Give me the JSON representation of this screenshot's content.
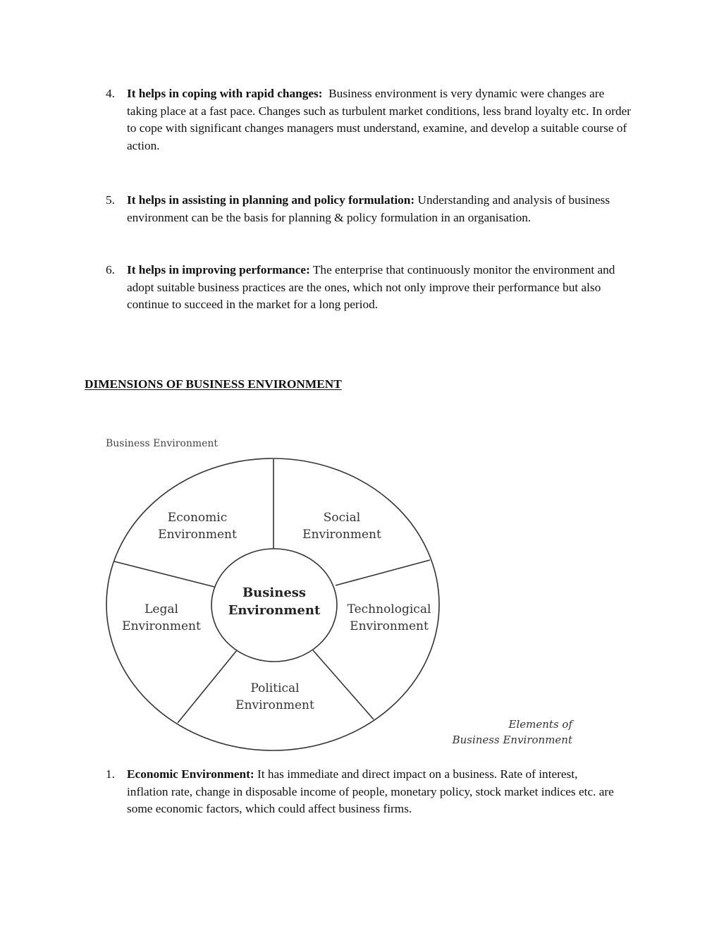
{
  "list_top": [
    {
      "number": "4.",
      "lead": "It helps in coping with rapid changes:",
      "text": "Business environment is very dynamic were changes are taking place at a fast pace. Changes such as turbulent market conditions, less brand loyalty etc. In order to cope with significant changes managers must understand, examine, and develop a suitable course of action."
    },
    {
      "number": "5.",
      "lead": "It helps in assisting in planning and policy formulation:",
      "text": "Understanding and analysis of business environment can be the basis for planning & policy formulation in an organisation."
    },
    {
      "number": "6.",
      "lead": "It helps in improving performance:",
      "text": "The enterprise that continuously monitor the environment and adopt suitable business practices are the ones, which not only improve their performance but also continue to succeed in the market for a long period."
    }
  ],
  "section_heading": "DIMENSIONS OF BUSINESS ENVIRONMENT",
  "diagram": {
    "top_label": "Business Environment",
    "center": [
      "Business",
      "Environment"
    ],
    "segments": {
      "economic": [
        "Economic",
        "Environment"
      ],
      "social": [
        "Social",
        "Environment"
      ],
      "legal": [
        "Legal",
        "Environment"
      ],
      "technological": [
        "Technological",
        "Environment"
      ],
      "political": [
        "Political",
        "Environment"
      ]
    },
    "caption": [
      "Elements of",
      "Business Environment"
    ]
  },
  "list_bottom": [
    {
      "number": "1.",
      "lead": "Economic Environment:",
      "text": "It has immediate and direct impact on a business. Rate of interest, inflation rate, change in disposable income of people, monetary policy, stock market indices etc. are some economic factors, which could affect business firms."
    }
  ]
}
